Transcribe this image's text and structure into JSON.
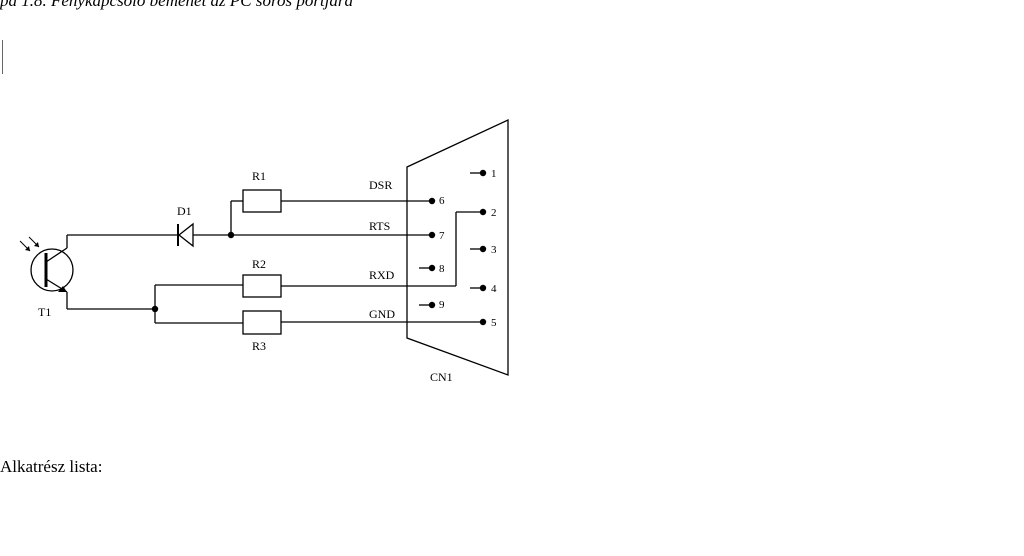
{
  "header": {
    "caption": "ра 1.8. Fénykapcsoló bemenet az PC soros portjára"
  },
  "schematic": {
    "components": {
      "transistor": "T1",
      "diode": "D1",
      "resistors": [
        "R1",
        "R2",
        "R3"
      ],
      "connector": "CN1"
    },
    "signals": {
      "dsr": "DSR",
      "rts": "RTS",
      "rxd": "RXD",
      "gnd": "GND"
    },
    "pins": [
      "1",
      "2",
      "3",
      "4",
      "5",
      "6",
      "7",
      "8",
      "9"
    ]
  },
  "section": {
    "heading": "Alkatrész lista:"
  }
}
